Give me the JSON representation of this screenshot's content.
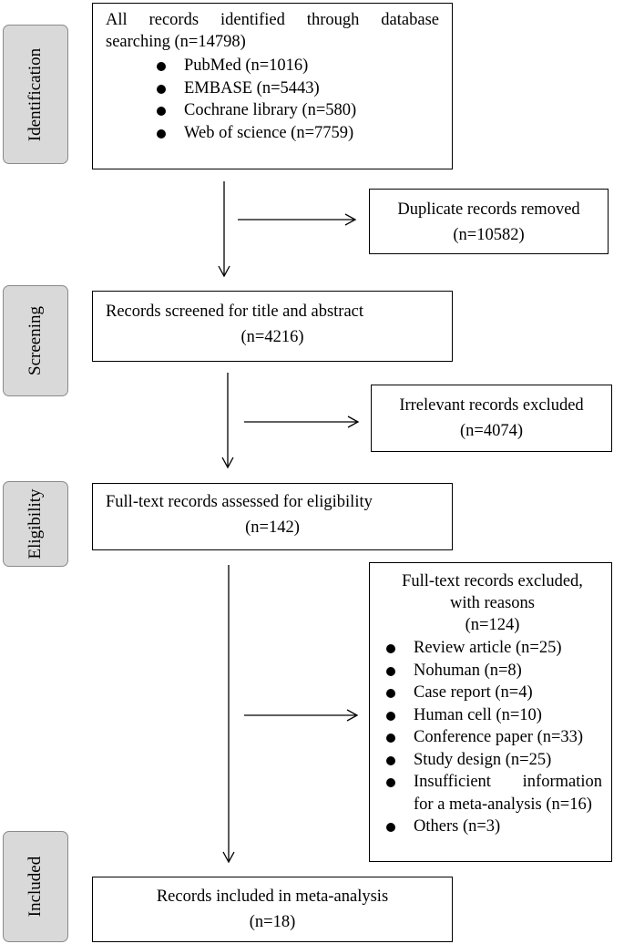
{
  "stages": {
    "identification": "Identification",
    "screening": "Screening",
    "eligibility": "Eligibility",
    "included": "Included"
  },
  "boxes": {
    "identified": {
      "line1": "All records identified through database",
      "line2": "searching (n=14798)",
      "items": [
        "PubMed (n=1016)",
        "EMBASE (n=5443)",
        "Cochrane library (n=580)",
        "Web of science (n=7759)"
      ]
    },
    "duplicates": {
      "line1": "Duplicate records removed",
      "line2": "(n=10582)"
    },
    "screened": {
      "line1": "Records screened for title and abstract",
      "line2": "(n=4216)"
    },
    "irrelevant": {
      "line1": "Irrelevant records excluded",
      "line2": "(n=4074)"
    },
    "fulltext": {
      "line1": "Full-text records assessed for eligibility",
      "line2": "(n=142)"
    },
    "excluded": {
      "line1": "Full-text records excluded,",
      "line2": "with reasons",
      "line3": "(n=124)",
      "items": [
        "Review article (n=25)",
        "Nohuman (n=8)",
        "Case report (n=4)",
        "Human cell (n=10)",
        "Conference paper (n=33)",
        "Study design (n=25)",
        "Insufficient information",
        "Others (n=3)"
      ],
      "item7_cont": "for a meta-analysis (n=16)"
    },
    "included": {
      "line1": "Records included in meta-analysis",
      "line2": "(n=18)"
    }
  }
}
